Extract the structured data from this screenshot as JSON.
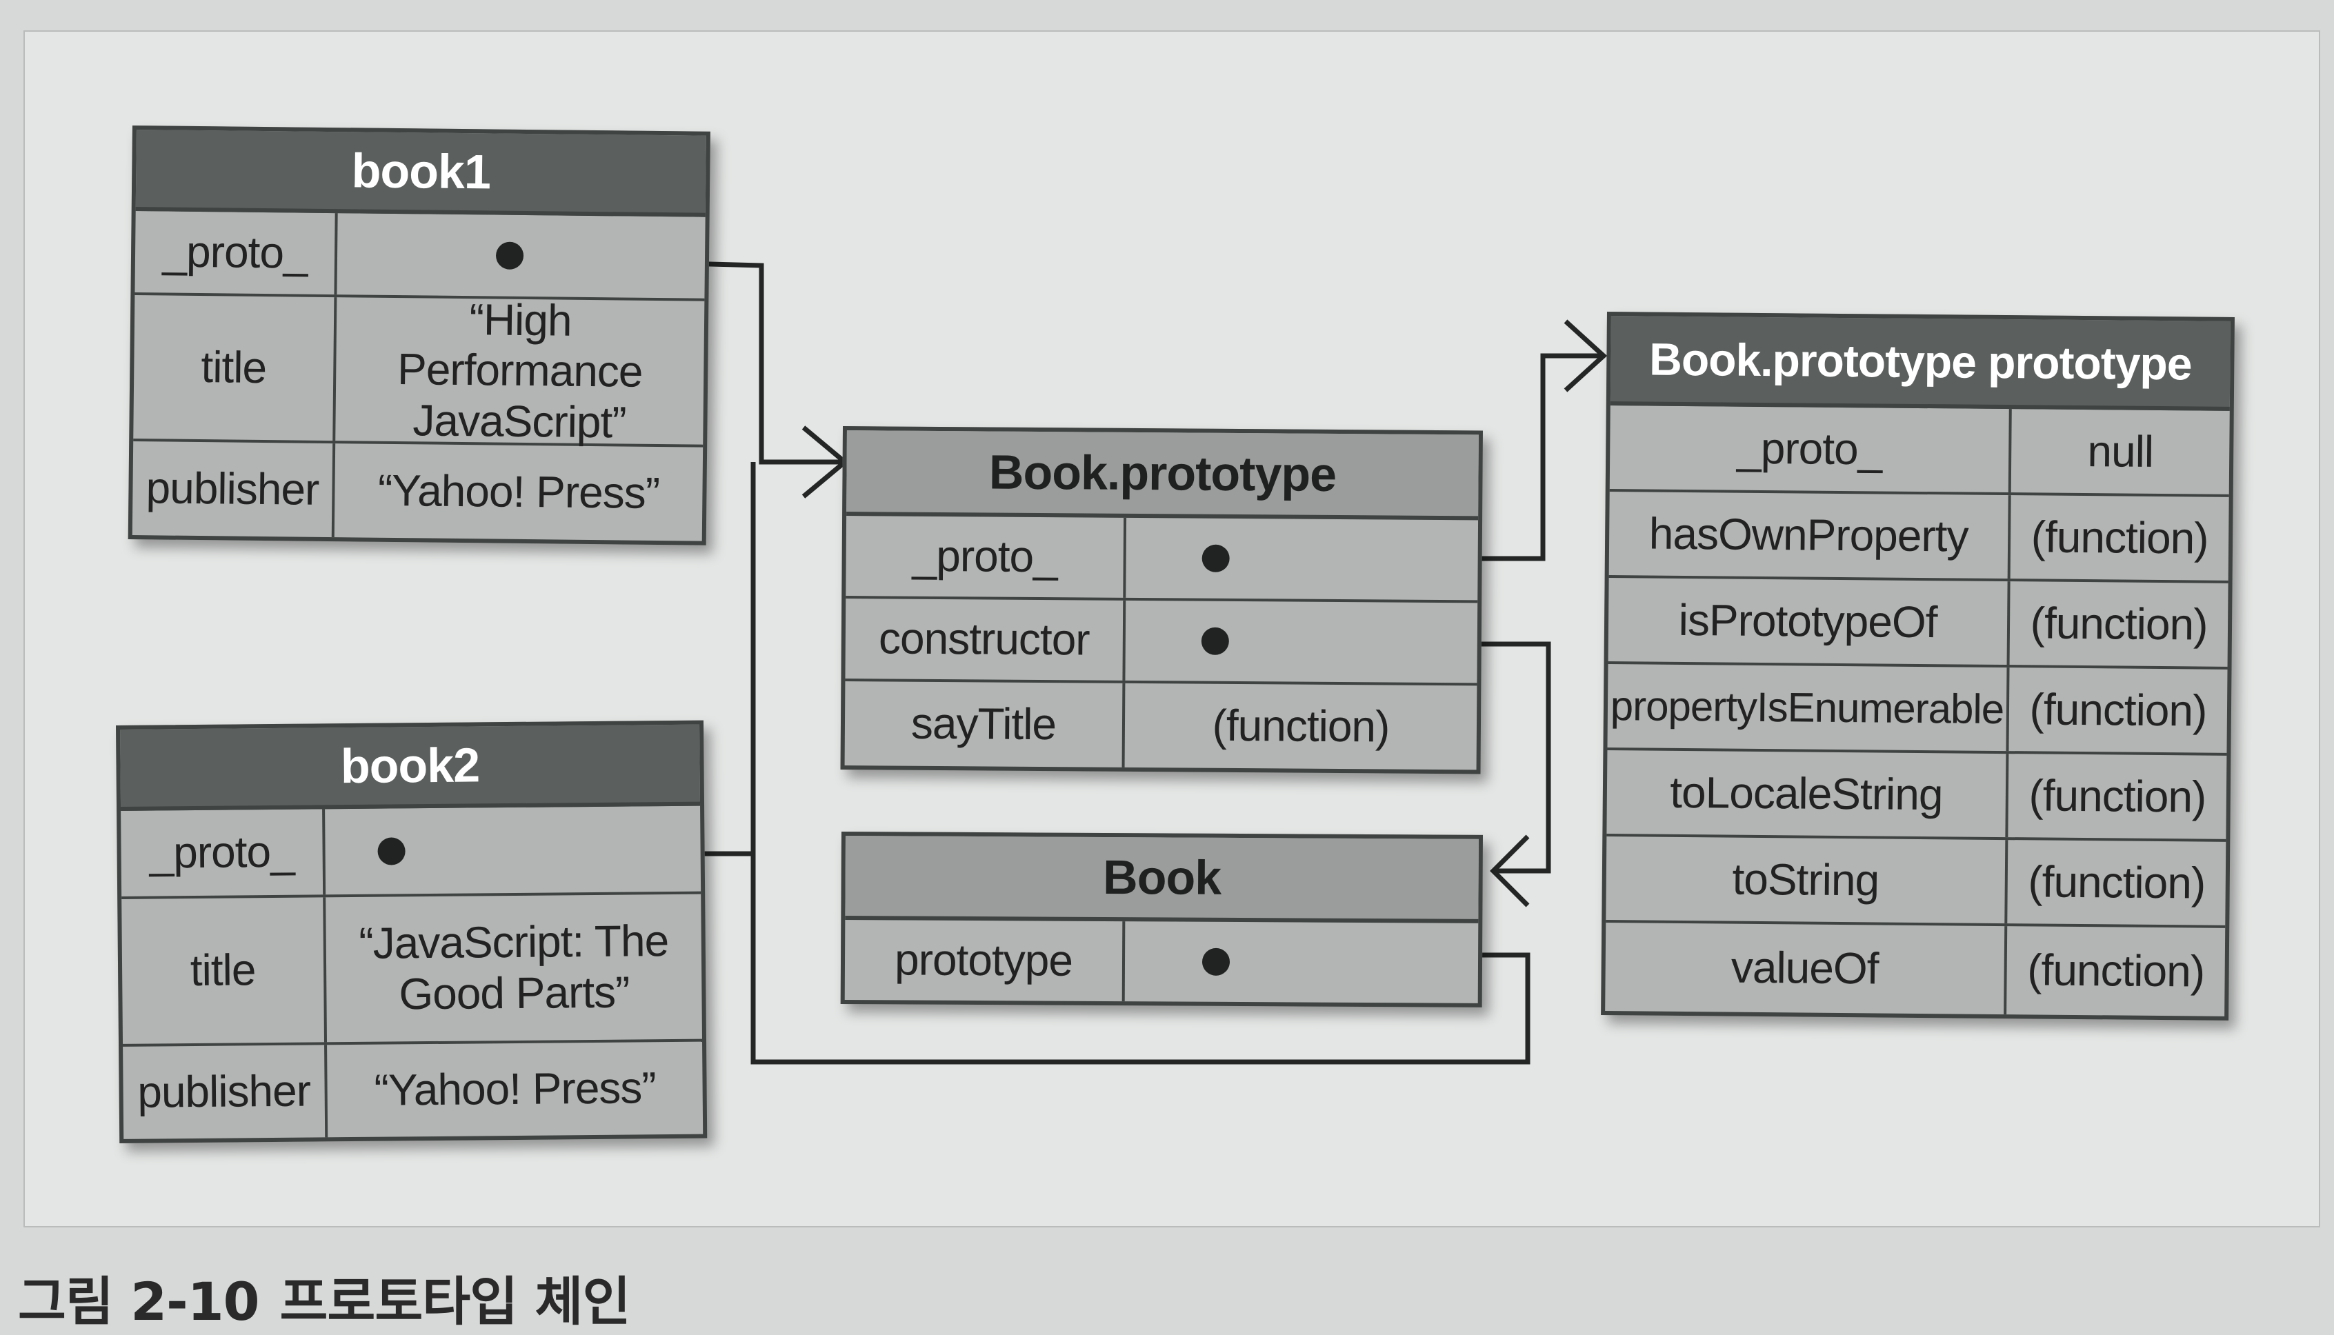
{
  "caption": {
    "figure_number": "그림 2-10",
    "title": "프로토타입 체인"
  },
  "book1": {
    "title": "book1",
    "rows": [
      {
        "key": "_proto_",
        "value": ""
      },
      {
        "key": "title",
        "value": "“High Performance JavaScript”"
      },
      {
        "key": "publisher",
        "value": "“Yahoo! Press”"
      }
    ]
  },
  "book2": {
    "title": "book2",
    "rows": [
      {
        "key": "_proto_",
        "value": ""
      },
      {
        "key": "title",
        "value": "“JavaScript: The Good Parts”"
      },
      {
        "key": "publisher",
        "value": "“Yahoo! Press”"
      }
    ]
  },
  "book_prototype": {
    "title": "Book.prototype",
    "rows": [
      {
        "key": "_proto_",
        "value": ""
      },
      {
        "key": "constructor",
        "value": ""
      },
      {
        "key": "sayTitle",
        "value": "(function)"
      }
    ]
  },
  "book": {
    "title": "Book",
    "rows": [
      {
        "key": "prototype",
        "value": ""
      }
    ]
  },
  "object_prototype": {
    "title": "Book.prototype prototype",
    "rows": [
      {
        "key": "_proto_",
        "value": "null"
      },
      {
        "key": "hasOwnProperty",
        "value": "(function)"
      },
      {
        "key": "isPrototypeOf",
        "value": "(function)"
      },
      {
        "key": "propertyIsEnumerable",
        "value": "(function)"
      },
      {
        "key": "toLocaleString",
        "value": "(function)"
      },
      {
        "key": "toString",
        "value": "(function)"
      },
      {
        "key": "valueOf",
        "value": "(function)"
      }
    ]
  }
}
